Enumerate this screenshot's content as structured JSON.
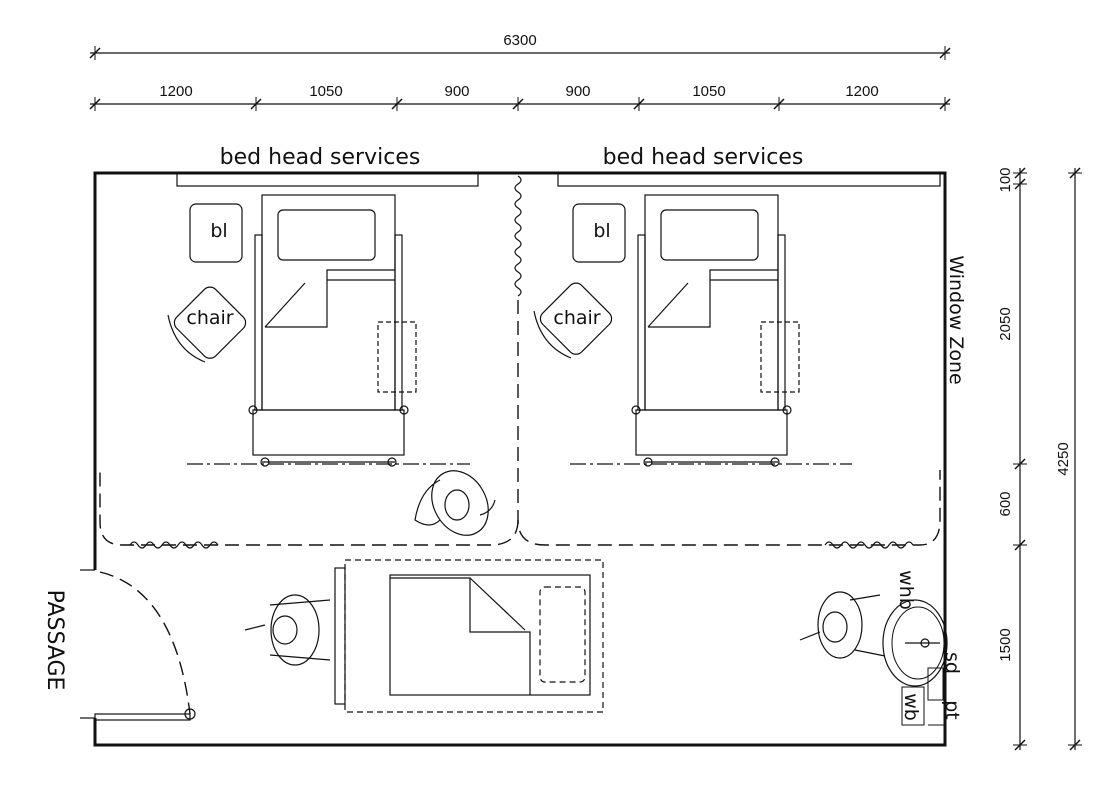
{
  "dimensions": {
    "overall_width": "6300",
    "segments": [
      "1200",
      "1050",
      "900",
      "900",
      "1050",
      "1200"
    ],
    "right_segments": [
      "100",
      "2050",
      "600",
      "1500"
    ],
    "overall_depth": "4250"
  },
  "labels": {
    "bed_head_services_left": "bed head services",
    "bed_head_services_right": "bed head services",
    "bedside_locker_left": "bl",
    "bedside_locker_right": "bl",
    "chair_left": "chair",
    "chair_right": "chair",
    "window_zone": "Window Zone",
    "passage": "PASSAGE",
    "wash_hand_basin": "whb",
    "soap_dispenser": "sd",
    "paper_towel": "pt",
    "waste_bin": "wb"
  }
}
